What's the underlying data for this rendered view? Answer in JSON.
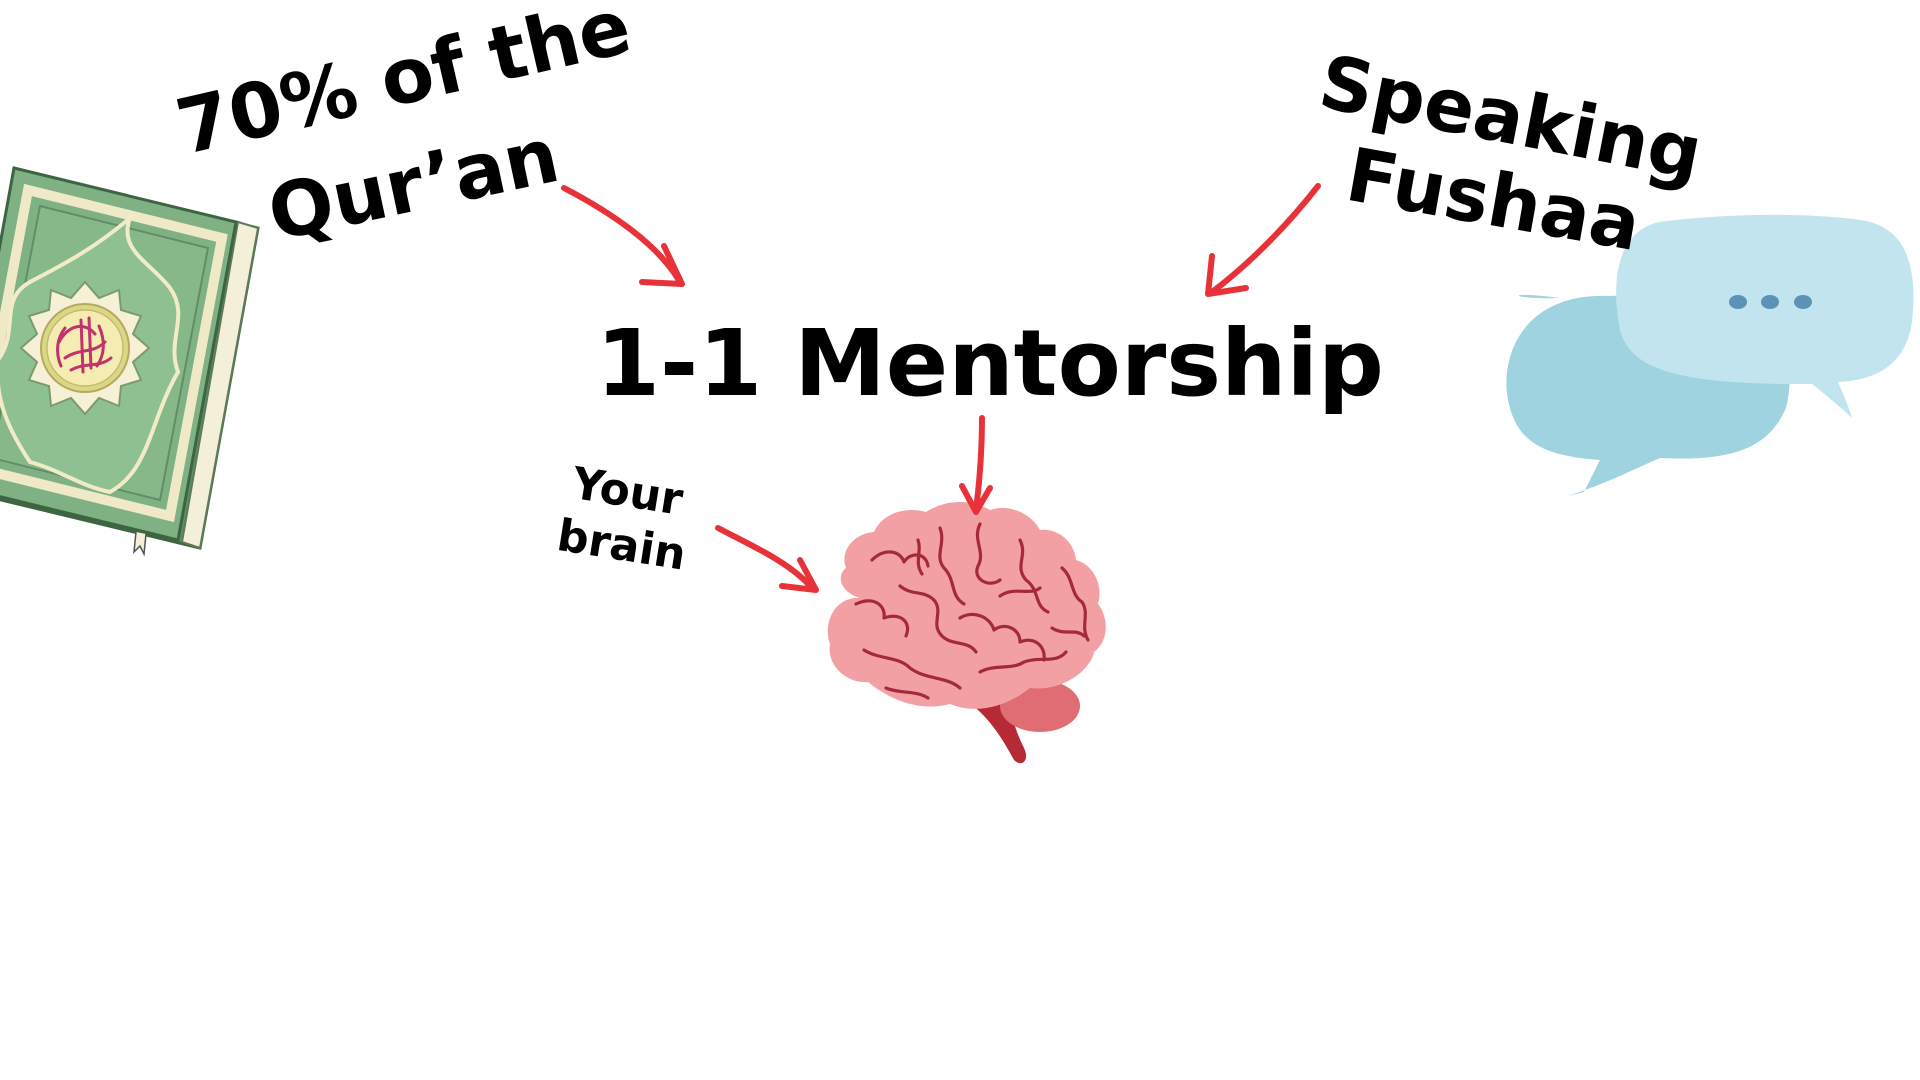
{
  "labels": {
    "quran_line1": "70% of the",
    "quran_line2": "Qur’an",
    "speaking_line1": "Speaking",
    "speaking_line2": "Fushaa",
    "center": "1-1 Mentorship",
    "brain_line1": "Your",
    "brain_line2": "brain"
  },
  "icons": {
    "book": "quran-book-icon",
    "speech": "speech-bubbles-icon",
    "brain": "brain-icon"
  },
  "colors": {
    "text": "#000000",
    "arrow": "#e8323a",
    "book_green": "#7aaa7c",
    "bubble_light": "#bfe3ee",
    "bubble_dark": "#9fd3e0",
    "brain_pink": "#f2a0a3"
  }
}
